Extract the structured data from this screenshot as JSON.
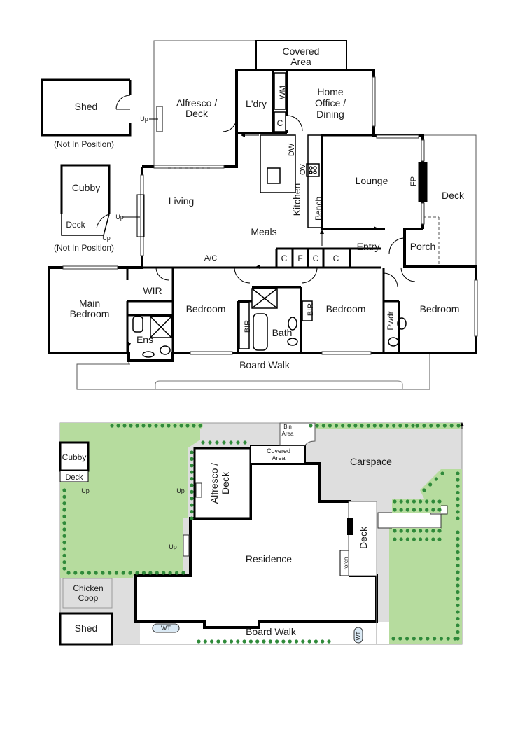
{
  "floor_plan": {
    "rooms": {
      "covered_area_line1": "Covered",
      "covered_area_line2": "Area",
      "shed": "Shed",
      "not_in_position_1": "(Not In Position)",
      "alfresco_line1": "Alfresco /",
      "alfresco_line2": "Deck",
      "laundry": "L'dry",
      "wm": "WM",
      "c": "C",
      "home_office_line1": "Home",
      "home_office_line2": "Office /",
      "home_office_line3": "Dining",
      "up": "Up",
      "cubby": "Cubby",
      "deck": "Deck",
      "not_in_position_2": "(Not In Position)",
      "living": "Living",
      "dw": "DW",
      "ov": "OV",
      "kitchen": "Kitchen",
      "bench": "Bench",
      "lounge": "Lounge",
      "fp": "FP",
      "meals": "Meals",
      "entry": "Entry",
      "porch": "Porch",
      "ac": "A/C",
      "f": "F",
      "wir": "WIR",
      "main_bedroom_line1": "Main",
      "main_bedroom_line2": "Bedroom",
      "bedroom": "Bedroom",
      "bir": "BIR",
      "bath": "Bath",
      "pwdr": "Pwdr",
      "ens": "Ens",
      "board_walk": "Board Walk"
    }
  },
  "site_plan": {
    "labels": {
      "bin_area_line1": "Bin",
      "bin_area_line2": "Area",
      "covered_area_line1": "Covered",
      "covered_area_line2": "Area",
      "carspace": "Carspace",
      "cubby": "Cubby",
      "deck": "Deck",
      "up": "Up",
      "alfresco_line1": "Alfresco /",
      "alfresco_line2": "Deck",
      "residence": "Residence",
      "porch": "Porch",
      "chicken_coop_line1": "Chicken",
      "chicken_coop_line2": "Coop",
      "shed": "Shed",
      "wt": "WT",
      "board_walk": "Board Walk"
    }
  },
  "colors": {
    "wall": "#000000",
    "garden": "#b6dc9e",
    "hedge": "#2f8a3a",
    "paving": "#dedede"
  }
}
